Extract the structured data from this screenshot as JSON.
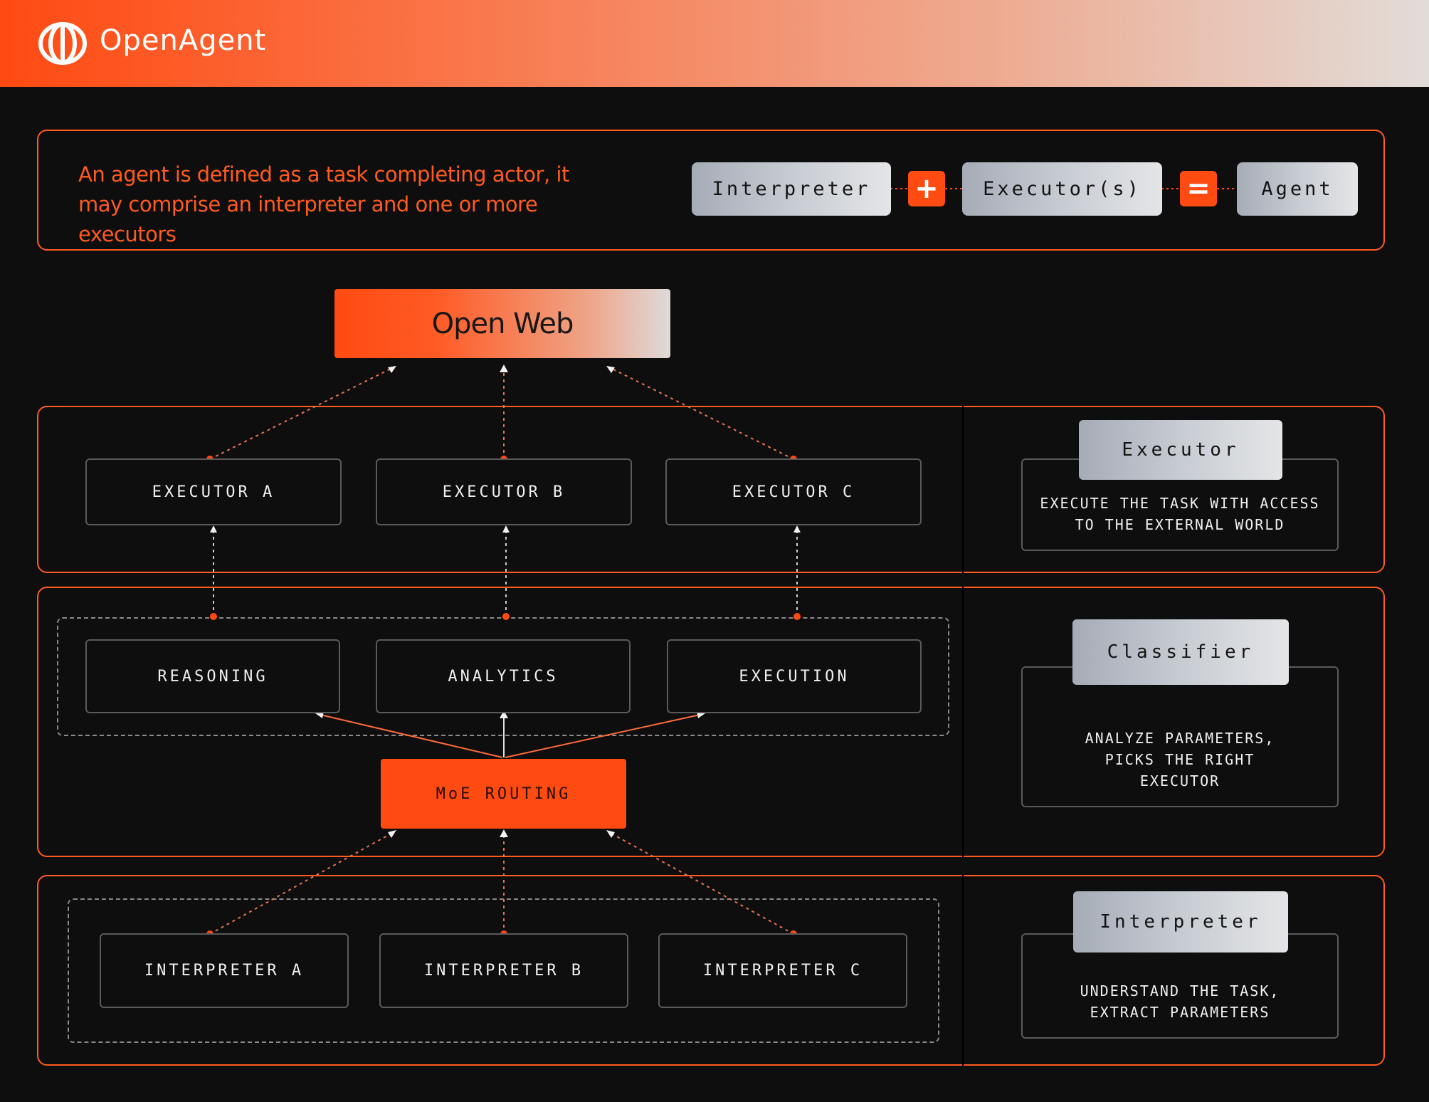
{
  "brand": {
    "name": "OpenAgent",
    "logo_icon": "openagent-logo-icon"
  },
  "definition": {
    "text": "An agent is defined as a task completing actor, it may comprise an interpreter and one or more executors",
    "formula": {
      "term1": "Interpreter",
      "plus": "+",
      "term2": "Executor(s)",
      "equals": "=",
      "result": "Agent"
    }
  },
  "diagram": {
    "open_web": "Open Web",
    "executors": [
      "EXECUTOR A",
      "EXECUTOR B",
      "EXECUTOR C"
    ],
    "classifier_categories": [
      "REASONING",
      "ANALYTICS",
      "EXECUTION"
    ],
    "router": "MoE ROUTING",
    "interpreters": [
      "INTERPRETER A",
      "INTERPRETER B",
      "INTERPRETER C"
    ]
  },
  "legend": {
    "executor": {
      "title": "Executor",
      "description": "EXECUTE THE TASK WITH ACCESS TO THE EXTERNAL WORLD"
    },
    "classifier": {
      "title": "Classifier",
      "description": "ANALYZE PARAMETERS, PICKS THE RIGHT EXECUTOR"
    },
    "interpreter": {
      "title": "Interpreter",
      "description": "UNDERSTAND THE TASK, EXTRACT PARAMETERS"
    }
  },
  "colors": {
    "accent": "#ff4a12",
    "background": "#0e0e0f",
    "chip_gray": "#c7ccd3",
    "node_border": "#5a5a5c"
  }
}
